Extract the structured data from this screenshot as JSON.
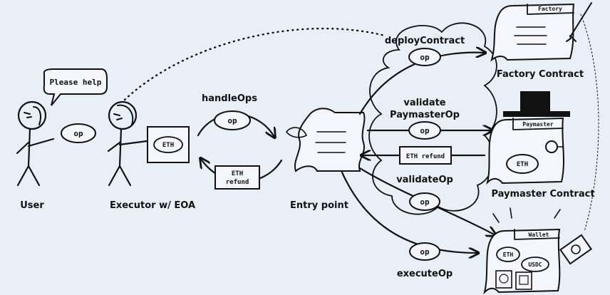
{
  "actors": {
    "user": "User",
    "executor": "Executor w/ EOA",
    "entry_point": "Entry point",
    "factory": "Factory Contract",
    "paymaster": "Paymaster Contract"
  },
  "speech_bubble": "Please help",
  "tokens": {
    "op": "op",
    "eth": "ETH",
    "usdc": "USDC",
    "eth_refund_line1": "ETH",
    "eth_refund_line2": "refund",
    "eth_refund": "ETH refund"
  },
  "calls": {
    "handle_ops": "handleOps",
    "deploy_contract": "deployContract",
    "validate_paymaster_1": "validate",
    "validate_paymaster_2": "PaymasterOp",
    "validate_op": "validateOp",
    "execute_op": "executeOp"
  },
  "doc_tabs": {
    "factory": "Factory",
    "paymaster": "Paymaster",
    "wallet": "Wallet"
  }
}
